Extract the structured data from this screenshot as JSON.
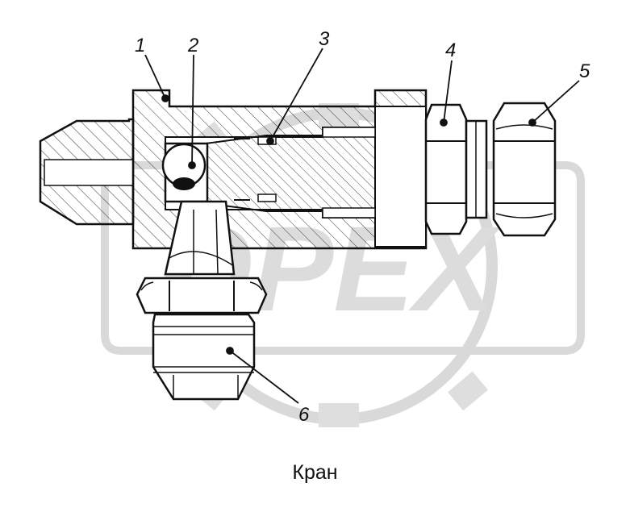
{
  "callouts": [
    {
      "id": "1",
      "label": "1"
    },
    {
      "id": "2",
      "label": "2"
    },
    {
      "id": "3",
      "label": "3"
    },
    {
      "id": "4",
      "label": "4"
    },
    {
      "id": "5",
      "label": "5"
    },
    {
      "id": "6",
      "label": "6"
    }
  ],
  "caption": "Кран",
  "watermark": {
    "text": "OPEX",
    "color": "#d9d9d9"
  },
  "colors": {
    "line": "#111111",
    "hatch": "#222222",
    "background": "#ffffff"
  }
}
